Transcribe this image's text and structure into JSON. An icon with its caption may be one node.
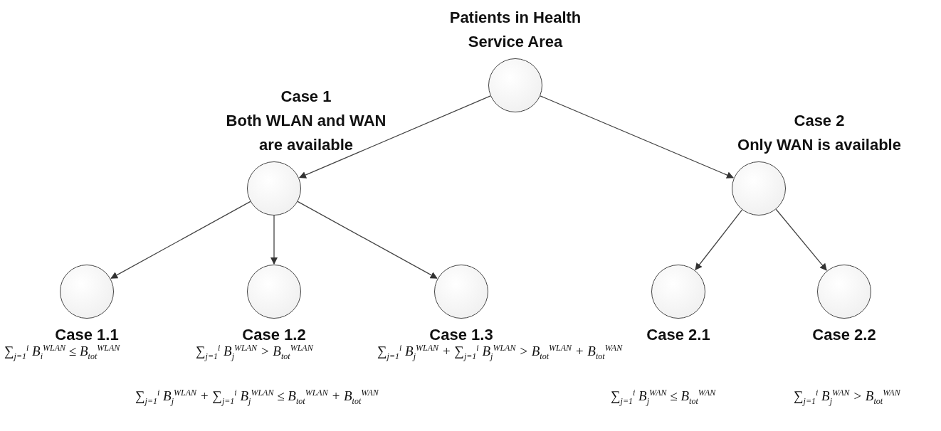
{
  "diagram": {
    "nodes": [
      {
        "text": [
          "Patients in Health Service Area"
        ]
      },
      {
        "text": [
          "Case 1",
          "Both WLAN and WAN are available"
        ]
      },
      {
        "text": [
          "Case 2",
          "Only WAN is available"
        ]
      },
      {
        "text": [
          "Case 1.1"
        ]
      },
      {
        "text": [
          "Case 1.2"
        ]
      },
      {
        "text": [
          "Case 1.3"
        ]
      },
      {
        "text": [
          "Case 2.1"
        ]
      },
      {
        "text": [
          "Case 2.2"
        ]
      }
    ],
    "edges": [
      {
        "from": 0,
        "to": 1,
        "arrow": "to"
      },
      {
        "from": 0,
        "to": 2,
        "arrow": "to"
      },
      {
        "from": 1,
        "to": 3,
        "arrow": "to"
      },
      {
        "from": 1,
        "to": 4,
        "arrow": "to"
      },
      {
        "from": 1,
        "to": 5,
        "arrow": "to"
      },
      {
        "from": 2,
        "to": 6,
        "arrow": "to"
      },
      {
        "from": 2,
        "to": 7,
        "arrow": "to"
      }
    ],
    "labels": [
      "∑$_{j=1}$$^{i}$ B$_{i}$$^{WLAN}$ ≤ B$_{tot}$$^{WLAN}$",
      "∑$_{j=1}$$^{i}$ B$_{j}$$^{WLAN}$ > B$_{tot}$$^{WLAN}$",
      "∑$_{j=1}$$^{i}$ B$_{j}$$^{WLAN}$ + ∑$_{j=1}$$^{i}$ B$_{j}$$^{WLAN}$ > B$_{tot}$$^{WLAN}$ + B$_{tot}$$^{WAN}$",
      "∑$_{j=1}$$^{i}$ B$_{j}$$^{WLAN}$ + ∑$_{j=1}$$^{i}$ B$_{j}$$^{WLAN}$ ≤ B$_{tot}$$^{WLAN}$ + B$_{tot}$$^{WAN}$",
      "∑$_{j=1}$$^{i}$ B$_{j}$$^{WAN}$ ≤ B$_{tot}$$^{WAN}$",
      "∑$_{j=1}$$^{i}$ B$_{j}$$^{WAN}$ > B$_{tot}$$^{WAN}$"
    ]
  }
}
